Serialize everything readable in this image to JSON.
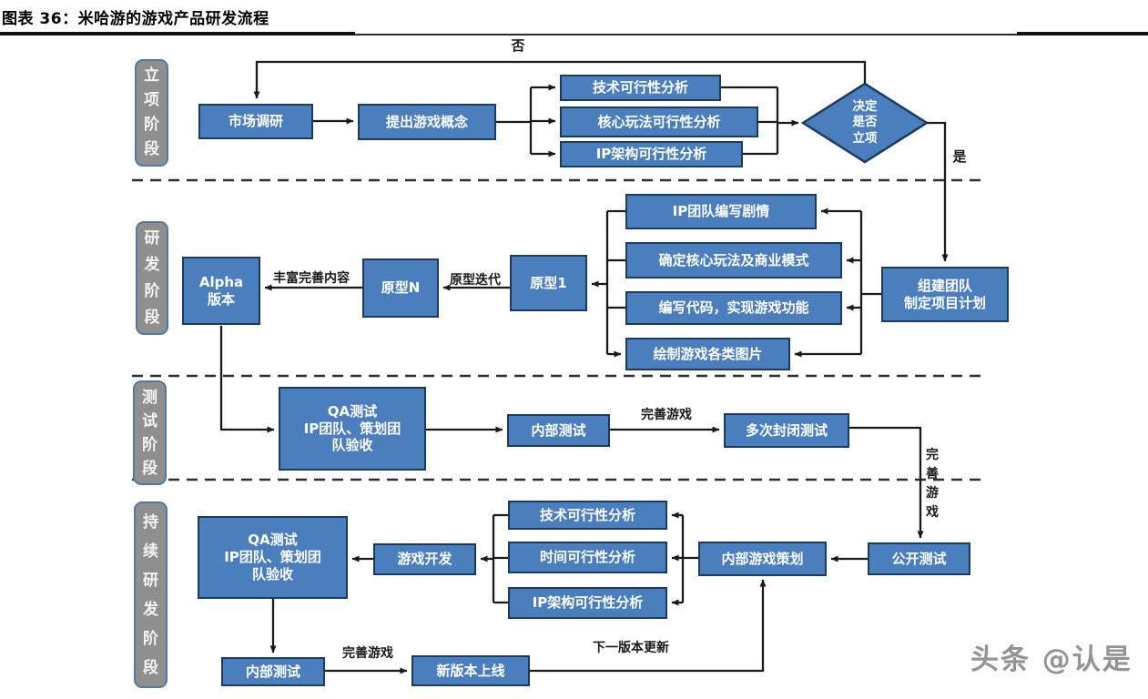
{
  "figure": {
    "title": "图表 36：米哈游的游戏产品研发流程",
    "watermark": "头条 @认是"
  },
  "colors": {
    "box_fill": "#4b7ebd",
    "box_border": "#1b3a5f",
    "phase_fill": "#8f8f8f",
    "phase_border": "#4e7aa8",
    "line": "#1a1a1a"
  },
  "phases": [
    {
      "label": "立\n项\n阶\n段"
    },
    {
      "label": "研\n发\n阶\n段"
    },
    {
      "label": "测\n试\n阶\n段"
    },
    {
      "label": "持\n续\n研\n发\n阶\n段"
    }
  ],
  "nodes": {
    "shichang": "市场调研",
    "tichu": "提出游戏概念",
    "jishu1": "技术可行性分析",
    "hexin": "核心玩法可行性分析",
    "ipjiagou1": "IP架构可行性分析",
    "jueding": "决定\n是否\n立项",
    "zujian": "组建团队\n制定项目计划",
    "ipteam": "IP团队编写剧情",
    "queding": "确定核心玩法及商业模式",
    "bianxie": "编写代码，实现游戏功能",
    "huizhi": "绘制游戏各类图片",
    "yuanxing1": "原型1",
    "yuanxingN": "原型N",
    "alpha": "Alpha\n版本",
    "qa3": "QA测试\nIP团队、策划团\n队验收",
    "neibu3": "内部测试",
    "duoci": "多次封闭测试",
    "gongkai": "公开测试",
    "neibuyouxi": "内部游戏策划",
    "jishu2": "技术可行性分析",
    "shijian": "时间可行性分析",
    "ipjiagou2": "IP架构可行性分析",
    "youxikaifa": "游戏开发",
    "qa4": "QA测试\nIP团队、策划团\n队验收",
    "neibu4": "内部测试",
    "xinban": "新版本上线"
  },
  "edge_labels": {
    "no": "否",
    "yes": "是",
    "diedai": "原型迭代",
    "fengfu": "丰富完善内容",
    "wanshan3": "完善游戏",
    "wanshan_v": "完\n善\n游\n戏",
    "wanshan4": "完善游戏",
    "next_version": "下一版本更新"
  }
}
